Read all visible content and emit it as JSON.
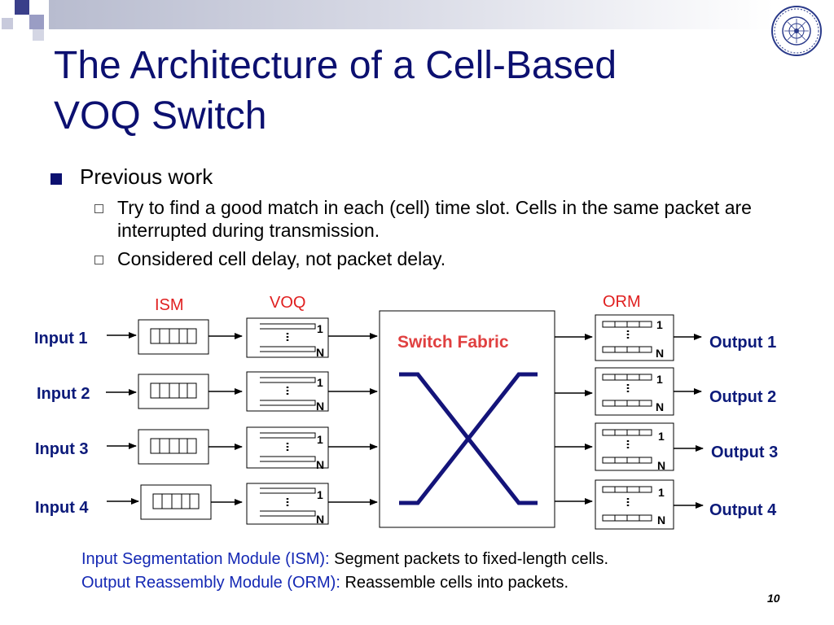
{
  "title": {
    "line1": "The Architecture of a Cell-Based",
    "line2": "VOQ Switch"
  },
  "bullets": {
    "main": "Previous work",
    "sub": [
      "Try to find a good match in each (cell) time slot. Cells in the same packet are interrupted during transmission.",
      "Considered cell delay, not packet delay."
    ]
  },
  "diagram": {
    "column_labels": {
      "ism": "ISM",
      "voq": "VOQ",
      "orm": "ORM"
    },
    "inputs": [
      "Input 1",
      "Input 2",
      "Input 3",
      "Input 4"
    ],
    "outputs": [
      "Output 1",
      "Output 2",
      "Output 3",
      "Output 4"
    ],
    "fabric_label": "Switch Fabric",
    "queue_index_first": "1",
    "queue_index_last": "N"
  },
  "notes": [
    {
      "term": "Input Segmentation Module (ISM):",
      "definition": " Segment packets to fixed-length cells."
    },
    {
      "term": "Output Reassembly Module (ORM):",
      "definition": " Reassemble cells into packets."
    }
  ],
  "page_number": "10",
  "colors": {
    "title": "#0c1070",
    "label_blue": "#0c1a7a",
    "label_red": "#e02020",
    "fabric_cross": "#14147a"
  }
}
